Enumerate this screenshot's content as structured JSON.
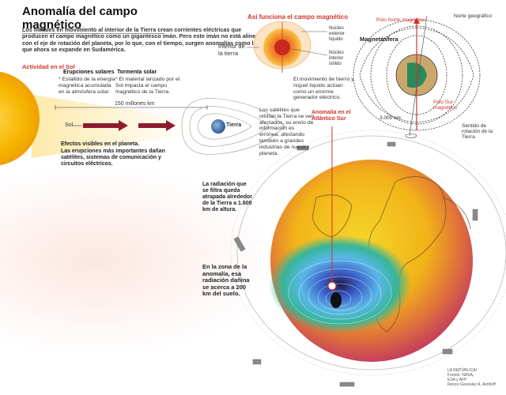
{
  "header": {
    "title": "Anomalía del campo magnético",
    "intro": "Los metales en movimiento al interior de la Tierra crean corrientes eléctricas que producen el campo magnético como un gigantesco imán. Pero este imán no está alineado con el eje de rotación del planeta, por lo que, con el tiempo, surgen anomalías como la que ahora se expande en Sudamérica."
  },
  "sun_section": {
    "heading": "Actividad en el Sol",
    "eruptions_title": "Erupciones solares",
    "eruptions_text": "Estallido de la energía magnética acumulada en la atmósfera solar.",
    "storm_title": "Tormenta solar",
    "storm_text": "El material lanzado por el Sol impacta el campo magnético de la Tierra.",
    "distance": "150 millones km",
    "sun_label": "Sol",
    "earth_label": "Tierra",
    "effects_title": "Efectos visibles en el planeta.",
    "effects_text": "Las erupciones más importantes dañan satélites, sistemas de comunicación y circuitos eléctricos."
  },
  "core_section": {
    "heading": "Así funciona el campo magnético",
    "interior_label": "Interior de la tierra",
    "outer_core": "Núcleo exterior líquido",
    "inner_core": "Núcleo interior sólido",
    "core_text": "El movimiento de hierro y níquel líquido actúan como un enorme generador eléctrico."
  },
  "magnet_section": {
    "magnetosphere": "Magnetósfera",
    "north_magnetic": "Polo Norte magnético",
    "north_geo": "Norte geográfico",
    "south_magnetic": "Polo Sur magnético",
    "rotation": "Sentido de rotación de la Tierra",
    "distance": "3.000 km"
  },
  "anomaly_section": {
    "satellites_text": "Los satélites que orbitan la Tierra se ven afectados, su envío de información es errónea, afectando también a grandes industrias de nuestro planeta.",
    "anomaly_heading": "Anomalía en el Atlántico Sur",
    "radiation_text": "La radiación que se filtra queda atrapada alrededor de la Tierra a 1.600 km de altura.",
    "zone_text": "En la zona de la anomalía, esa radiación dañina se acerca a 200 km del suelo."
  },
  "credit": {
    "line1": "LA REPÚBLICA/",
    "line2": "Fuente: NASA,",
    "line3": "ESA y AFP",
    "line4": "Renzo Gonzalez A. Aimhoff"
  },
  "colors": {
    "accent_red": "#d0342c",
    "sun_yellow": "#f6b400",
    "ocean_yellow": "#f2c81c"
  }
}
